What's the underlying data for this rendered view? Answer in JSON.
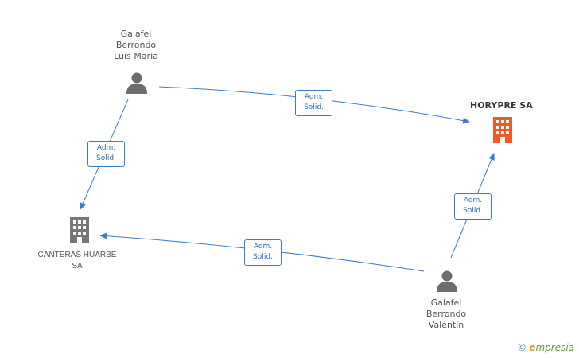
{
  "nodes": {
    "person_top": {
      "name": "Galafel\nBerrondo\nLuis Maria"
    },
    "person_bottom": {
      "name": "Galafel\nBerrondo\nValentin"
    },
    "company_main": {
      "name": "HORYPRE SA"
    },
    "company_other": {
      "name": "CANTERAS\nHUARBE SA"
    }
  },
  "edges": {
    "top_to_main": {
      "label": "Adm.\nSolid."
    },
    "top_to_other": {
      "label": "Adm.\nSolid."
    },
    "bottom_to_other": {
      "label": "Adm.\nSolid."
    },
    "bottom_to_main": {
      "label": "Adm.\nSolid."
    }
  },
  "footer": {
    "copyright": "©",
    "brand_e": "e",
    "brand_rest": "mpresia"
  },
  "colors": {
    "edge": "#3a7dc8",
    "main_company": "#f05a28",
    "other_company": "#777777",
    "person": "#6d6d6d"
  }
}
